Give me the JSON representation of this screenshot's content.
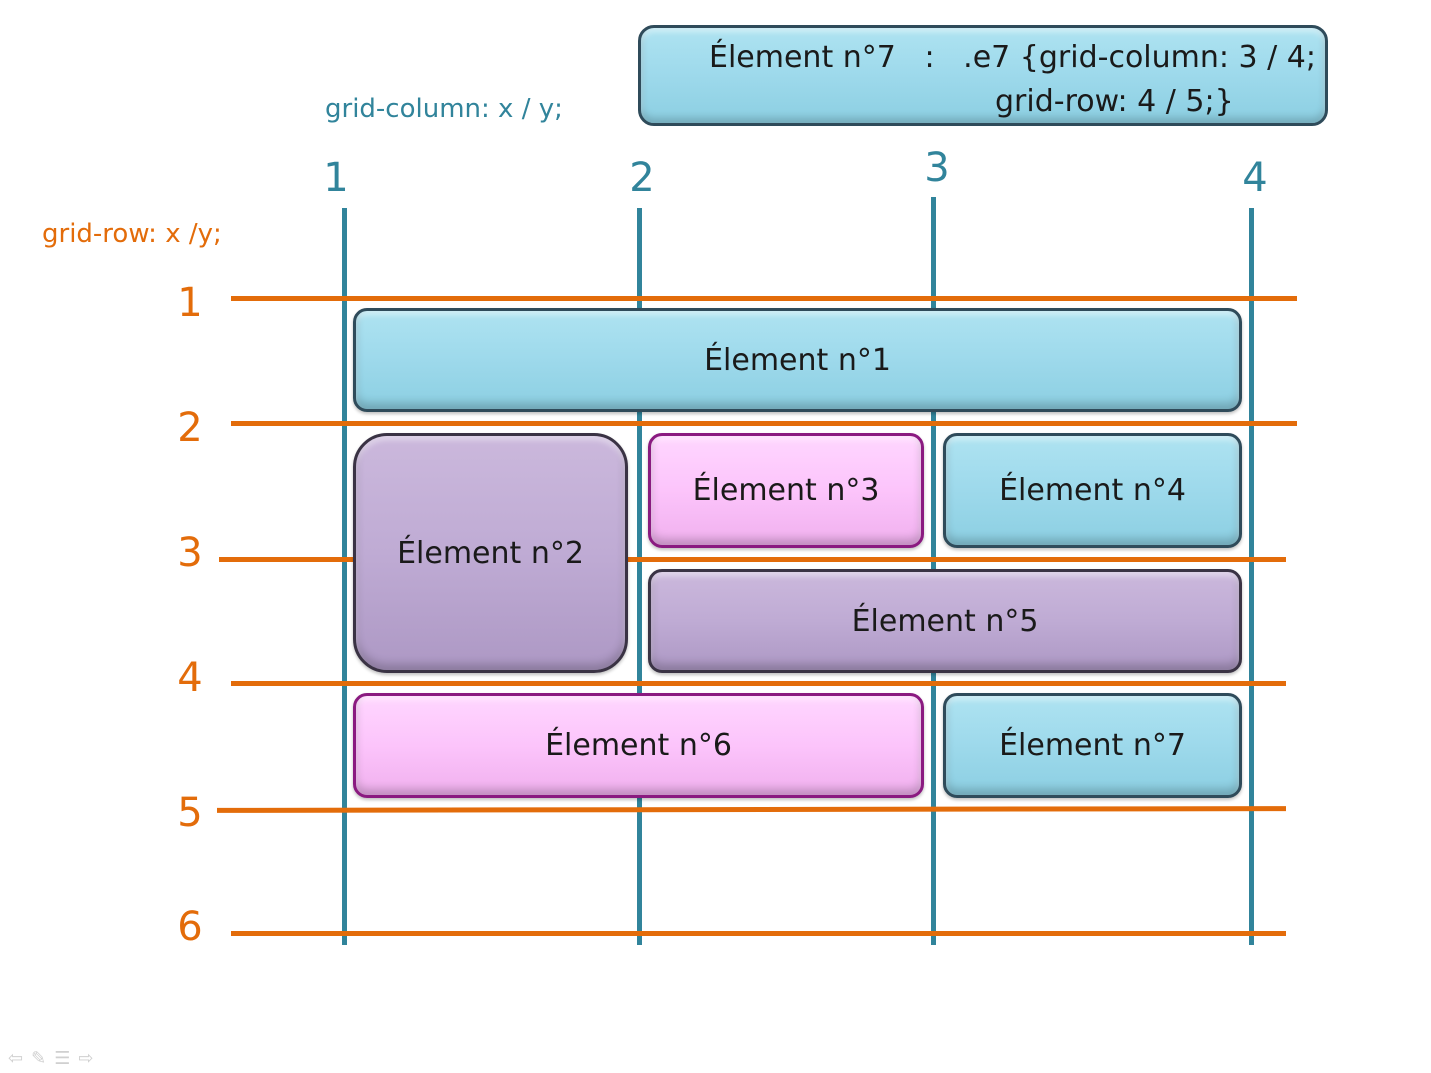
{
  "code": {
    "line1": "Élement n°7   :   .e7 {grid-column: 3 / 4;",
    "line2": "grid-row: 4 / 5;}"
  },
  "col_axis_title": "grid-column: x / y;",
  "row_axis_title": "grid-row: x /y;",
  "columns": [
    "1",
    "2",
    "3",
    "4"
  ],
  "rows": [
    "1",
    "2",
    "3",
    "4",
    "5",
    "6"
  ],
  "elements": [
    {
      "label": "Élement n°1",
      "color": "#9fdaec",
      "grid_column": [
        1,
        4
      ],
      "grid_row": [
        1,
        2
      ]
    },
    {
      "label": "Élement n°2",
      "color": "#bfabd4",
      "grid_column": [
        1,
        2
      ],
      "grid_row": [
        2,
        4
      ]
    },
    {
      "label": "Élement n°3",
      "color": "#fcc4fb",
      "grid_column": [
        2,
        3
      ],
      "grid_row": [
        2,
        3
      ]
    },
    {
      "label": "Élement n°4",
      "color": "#9fdaec",
      "grid_column": [
        3,
        4
      ],
      "grid_row": [
        2,
        3
      ]
    },
    {
      "label": "Élement n°5",
      "color": "#bfabd4",
      "grid_column": [
        2,
        4
      ],
      "grid_row": [
        3,
        4
      ]
    },
    {
      "label": "Élement n°6",
      "color": "#fcc4fb",
      "grid_column": [
        1,
        3
      ],
      "grid_row": [
        4,
        5
      ]
    },
    {
      "label": "Élement n°7",
      "color": "#9fdaec",
      "grid_column": [
        3,
        4
      ],
      "grid_row": [
        4,
        5
      ]
    }
  ],
  "colors": {
    "column_lines": "#31849b",
    "row_lines": "#e36c0a"
  },
  "slide_controls": [
    "arrow-left-icon",
    "pen-icon",
    "menu-icon",
    "arrow-right-icon"
  ]
}
